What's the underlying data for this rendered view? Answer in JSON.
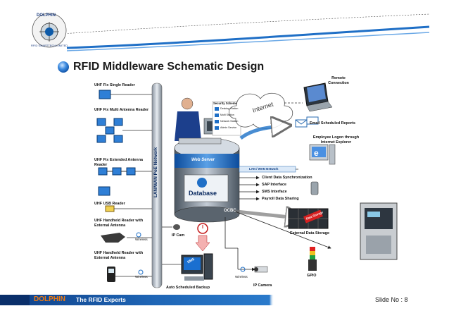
{
  "logo": {
    "text_top": "DOLPHIN",
    "text_bottom": "RFID SMARTTECH LIMITED"
  },
  "title": "RFID Middleware Schematic Design",
  "network_label": "LAN/WAN PoE Network",
  "readers": [
    "UHF Fix Single Reader",
    "UHF Fix Multi Antenna Reader",
    "UHF Fix Extended Antenna Reader",
    "UHF USB Reader",
    "UHF Handheld Reader with External Antenna",
    "UHF Handheld Reader with External Antenna"
  ],
  "wireless_label": "Wireless",
  "ip_cam_label": "IP Cam",
  "auto_backup_label": "Auto Scheduled Backup",
  "sms_label": "SMS",
  "server": {
    "web_server": "Web Server",
    "database": "Database",
    "ocbc": "OCBC",
    "lan_wan_label": "LAN / WAN Network"
  },
  "security_panel": {
    "title": "Security Scheme",
    "items": [
      "Desktop Station",
      "Multi Station",
      "Network Station",
      "Admin Service"
    ]
  },
  "internet_label": "Internet",
  "remote_label": "Remote Connection",
  "email_label": "Email Scheduled Reports",
  "employee_label": "Employee Logon through Internet Explorer",
  "interfaces": [
    "Client Data Synchronization",
    "SAP Interface",
    "SMS Interface",
    "Payroll Data Sharing"
  ],
  "storage_label": "External Data Storage",
  "data_storage_badge": "Data Storage",
  "ip_camera_label": "IP Camera",
  "wireless_label_2": "Wireless",
  "gpio_label": "GPIO",
  "footer": {
    "brand": "DOLPHIN",
    "tagline": "The RFID Experts",
    "slide_no": "Slide No : 8"
  }
}
